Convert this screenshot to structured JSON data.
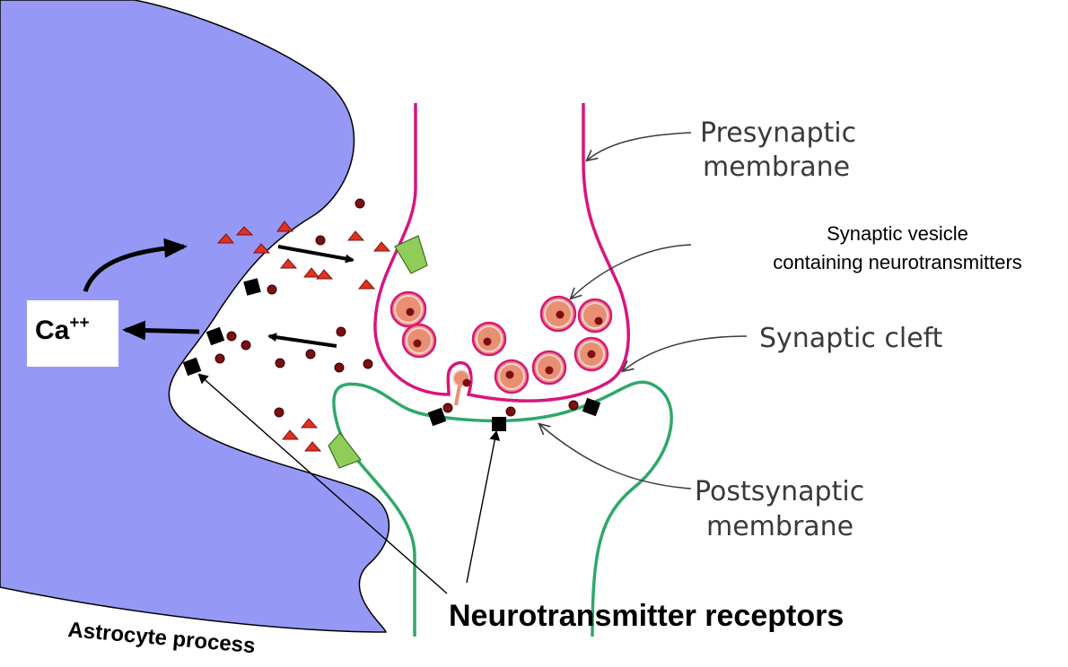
{
  "labels": {
    "presynaptic_line1": "Presynaptic",
    "presynaptic_line2": "membrane",
    "vesicle_line1": "Synaptic vesicle",
    "vesicle_line2": "containing neurotransmitters",
    "cleft": "Synaptic cleft",
    "postsynaptic_line1": "Postsynaptic",
    "postsynaptic_line2": "membrane",
    "receptors": "Neurotransmitter receptors",
    "astrocyte": "Astrocyte process",
    "ca_base": "Ca",
    "ca_superscript": "++"
  },
  "colors": {
    "astrocyte_fill": "#9599f5",
    "presynaptic": "#d8157f",
    "postsynaptic": "#2fa86a",
    "vesicle_fill": "#e98f74",
    "vesicle_ring": "#f6d3d5",
    "neurotransmitter_dot": "#7a1010",
    "triangle": "#e0321f",
    "receptor_green": "#8fcc5a",
    "receptor_black": "#000000",
    "text_gray": "#3a3a3a"
  }
}
